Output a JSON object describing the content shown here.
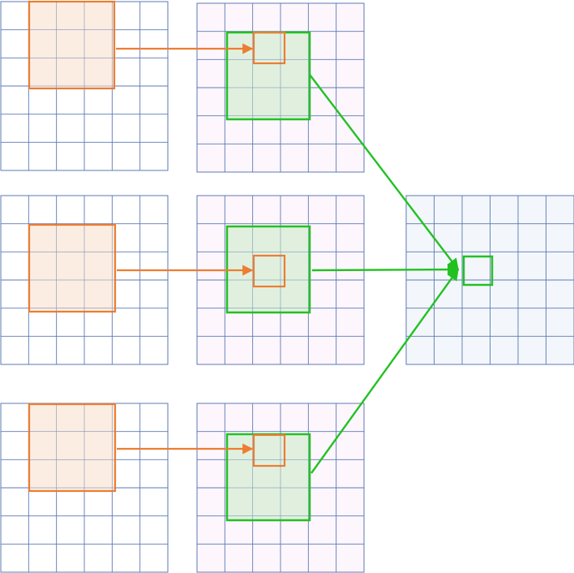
{
  "diagram": {
    "grid_size": 6,
    "colors": {
      "input_fill": "#ffffff",
      "input_line": "#5b79b5",
      "feature_fill": "#fdf6fd",
      "feature_line": "#5b79b5",
      "output_fill": "#f3f6fa",
      "output_line": "#5b79b5",
      "window_stroke": "#ed7d31",
      "window_fill": "#fbe7d8",
      "receptive_stroke": "#22c122",
      "receptive_fill": "#d9efd6",
      "arrow_orange": "#ed7d31",
      "arrow_green": "#22c122"
    },
    "rows": [
      {
        "input": "input-map-1",
        "feature": "feature-map-1"
      },
      {
        "input": "input-map-2",
        "feature": "feature-map-2"
      },
      {
        "input": "input-map-3",
        "feature": "feature-map-3"
      }
    ],
    "output": "output-map"
  }
}
